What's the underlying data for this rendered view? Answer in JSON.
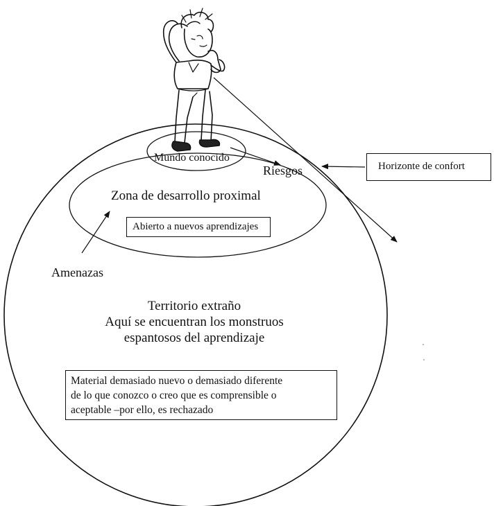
{
  "labels": {
    "mundo_conocido": "Mundo conocido",
    "riesgos": "Riesgos",
    "horizonte": "Horizonte de confort",
    "zona": "Zona de desarrollo proximal",
    "abierto": "Abierto a nuevos aprendizajes",
    "amenazas": "Amenazas",
    "territorio_1": "Territorio extraño",
    "territorio_2": "Aquí se encuentran los monstruos",
    "territorio_3": "espantosos del aprendizaje",
    "material_1": "Material demasiado nuevo o demasiado diferente",
    "material_2": "de lo que conozco o creo que es comprensible o",
    "material_3": "aceptable –por ello, es rechazado"
  }
}
